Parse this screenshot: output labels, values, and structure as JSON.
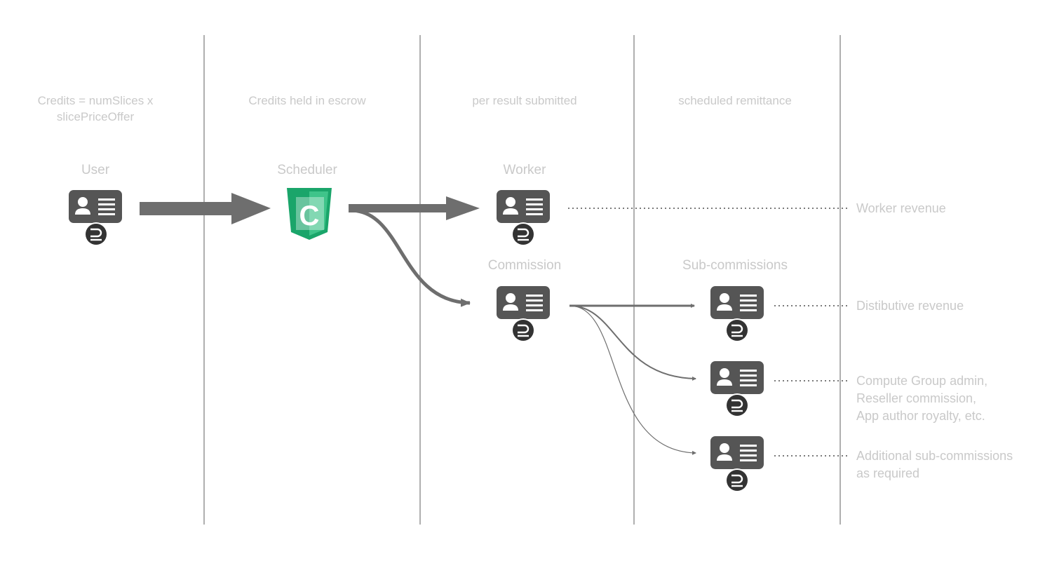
{
  "columns": {
    "user": "Credits = numSlices x slicePriceOffer",
    "scheduler": "Credits held in escrow",
    "worker": "per result submitted",
    "remit": "scheduled remittance"
  },
  "nodes": {
    "user": "User",
    "scheduler": "Scheduler",
    "worker": "Worker",
    "commission": "Commission",
    "subcommissions": "Sub-commissions"
  },
  "outcomes": {
    "worker_revenue": "Worker revenue",
    "distributive_revenue": "Distibutive revenue",
    "group_admin": [
      "Compute Group admin,",
      "Reseller commission,",
      "App author royalty, etc."
    ],
    "additional": [
      "Additional sub-commissions",
      "as required"
    ]
  },
  "scheduler_logo_letter": "C",
  "icons": {
    "account": "user-id-card-icon",
    "wallet": "dcc-wallet-icon",
    "scheduler": "scheduler-shield-icon"
  },
  "colors": {
    "icon_dark": "#555555",
    "badge": "#333333",
    "arrow": "#6e6e6e",
    "label": "#c9c9c9",
    "scheduler_green": "#1aa56a"
  }
}
